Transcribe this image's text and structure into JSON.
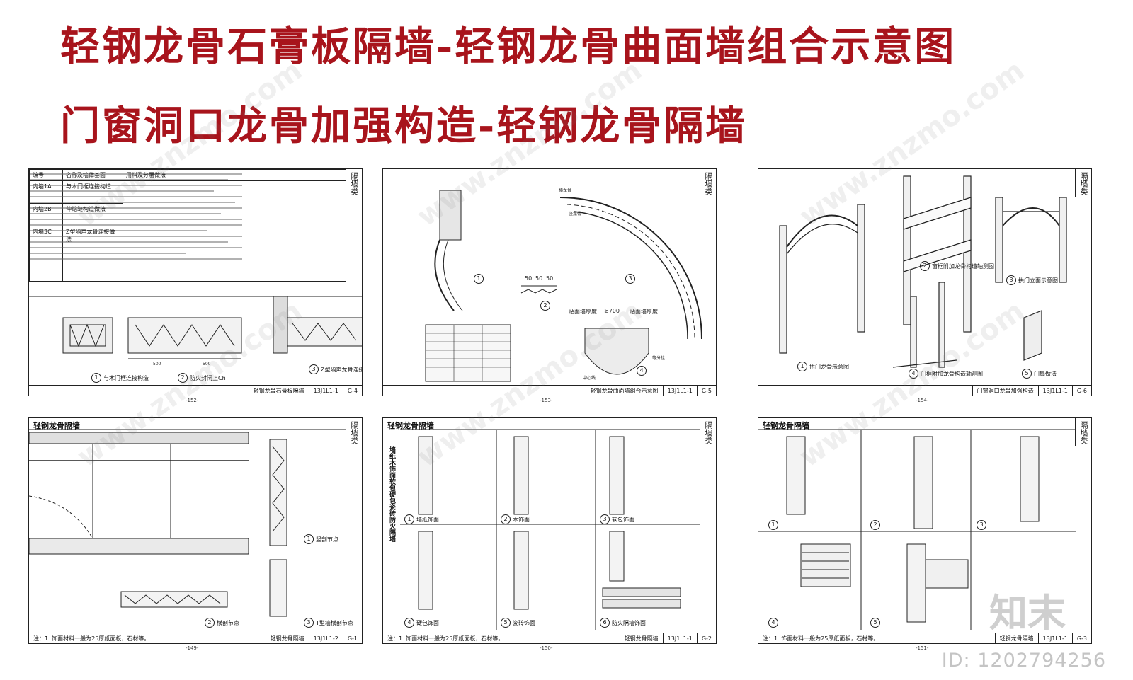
{
  "title": {
    "line1": "轻钢龙骨石膏板隔墙-轻钢龙骨曲面墙组合示意图",
    "line2": "门窗洞口龙骨加强构造-轻钢龙骨隔墙"
  },
  "sheets": {
    "s1": {
      "side": "隔墙类",
      "table_headers": [
        "编号",
        "名称及墙体基面",
        "用料及分层做法"
      ],
      "rows": [
        {
          "code": "内墙1A",
          "name": "与木门框连接构造"
        },
        {
          "code": "内墙2B",
          "name": "伸缩缝构造做法"
        },
        {
          "code": "内墙3C",
          "name": "Z型隔声龙骨连接做法"
        }
      ],
      "captions": [
        "与木门框连接构造",
        "防火封闭上Ch",
        "Z型隔声龙骨连接做法"
      ],
      "dims": [
        "500",
        "500"
      ],
      "tb_title": "轻钢龙骨石膏板隔墙",
      "tb_code": "13J1L1-1",
      "tb_page": "G-4",
      "page_no": "-152-"
    },
    "s2": {
      "side": "隔墙类",
      "captions": [
        "1",
        "2",
        "3",
        "4"
      ],
      "labels": [
        "横龙骨",
        "竖龙骨",
        "贴面墙厚度",
        "≥700",
        "贴面墙厚度",
        "等分栓",
        "中心线"
      ],
      "dims": [
        "50",
        "50",
        "50"
      ],
      "tb_title": "轻钢龙骨曲面墙组合示意图",
      "tb_code": "13J1L1-1",
      "tb_page": "G-5",
      "page_no": "-153-"
    },
    "s3": {
      "side": "隔墙类",
      "captions": [
        "拱门龙骨示意图",
        "窗框附加龙骨构造轴测图",
        "拱门立面示意图",
        "门框附加龙骨构造轴测图",
        "门扇做法"
      ],
      "tb_title": "门窗洞口龙骨加强构造",
      "tb_code": "13J1L1-1",
      "tb_page": "G-6",
      "page_no": "-154-"
    },
    "s4": {
      "header": "轻钢龙骨隔墙",
      "side": "隔墙类",
      "captions": [
        "竖剖节点",
        "横剖节点",
        "T型墙横剖节点"
      ],
      "note": "注：1. 饰面材料一般为25厚纸面板，石材等。",
      "tb_title": "轻钢龙骨隔墙",
      "tb_code": "13J1L1-2",
      "tb_page": "G-1",
      "page_no": "-149-"
    },
    "s5": {
      "header": "轻钢龙骨隔墙",
      "side": "隔墙类",
      "vertical_text": "墙纸木饰面软包硬包瓷砖防火隔墙",
      "captions": [
        "墙纸饰面",
        "木饰面",
        "软包饰面",
        "硬包饰面",
        "瓷砖饰面",
        "防火隔墙饰面"
      ],
      "note": "注：1. 饰面材料一般为25厚纸面板，石材等。",
      "tb_title": "轻钢龙骨隔墙",
      "tb_code": "13J1L1-1",
      "tb_page": "G-2",
      "page_no": "-150-"
    },
    "s6": {
      "header": "轻钢龙骨隔墙",
      "side": "隔墙类",
      "captions": [
        "1",
        "2",
        "3",
        "4",
        "5"
      ],
      "note": "注：1. 饰面材料一般为25厚纸面板，石材等。",
      "tb_title": "轻钢龙骨隔墙",
      "tb_code": "13J1L1-1",
      "tb_page": "G-3",
      "page_no": "-151-"
    }
  },
  "watermark": "www.znzmo.com",
  "logo": "知末",
  "id_text": "ID: 1202794256",
  "colors": {
    "title": "#a8141c",
    "line": "#222222",
    "watermark": "#bdbdbd"
  }
}
